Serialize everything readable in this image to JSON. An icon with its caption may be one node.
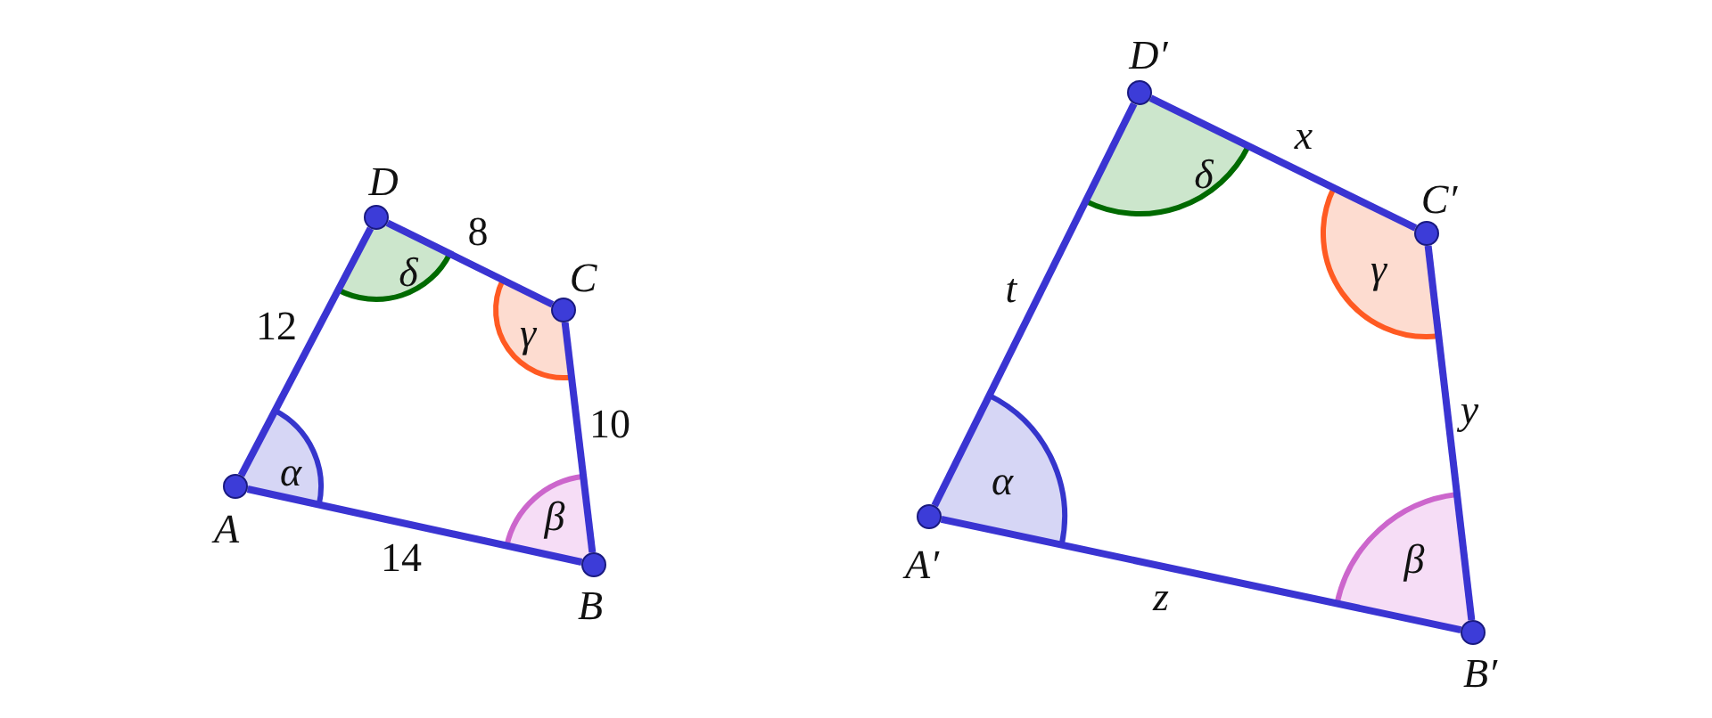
{
  "diagram": {
    "nodes": [
      {
        "text": [],
        "shape": "circle",
        "beside": [
          "A"
        ]
      },
      {
        "text": [],
        "shape": "circle",
        "beside": [
          "B"
        ]
      },
      {
        "text": [],
        "shape": "circle",
        "beside": [
          "C"
        ]
      },
      {
        "text": [],
        "shape": "circle",
        "beside": [
          "D"
        ]
      },
      {
        "text": [],
        "shape": "circle",
        "beside": [
          "A′"
        ]
      },
      {
        "text": [],
        "shape": "circle",
        "beside": [
          "B′"
        ]
      },
      {
        "text": [],
        "shape": "circle",
        "beside": [
          "C′"
        ]
      },
      {
        "text": [],
        "shape": "circle",
        "beside": [
          "D′"
        ]
      }
    ],
    "edges": [
      {
        "from": 0,
        "to": 1,
        "arrow": "none",
        "label": "14"
      },
      {
        "from": 1,
        "to": 2,
        "arrow": "none",
        "label": "10"
      },
      {
        "from": 2,
        "to": 3,
        "arrow": "none",
        "label": "8"
      },
      {
        "from": 3,
        "to": 0,
        "arrow": "none",
        "label": "12"
      },
      {
        "from": 4,
        "to": 5,
        "arrow": "none",
        "label": "z"
      },
      {
        "from": 5,
        "to": 6,
        "arrow": "none",
        "label": "y"
      },
      {
        "from": 6,
        "to": 7,
        "arrow": "none",
        "label": "x"
      },
      {
        "from": 7,
        "to": 4,
        "arrow": "none",
        "label": "t"
      }
    ],
    "labels": [
      "α",
      "β",
      "γ",
      "δ",
      "α",
      "β",
      "γ",
      "δ"
    ]
  }
}
